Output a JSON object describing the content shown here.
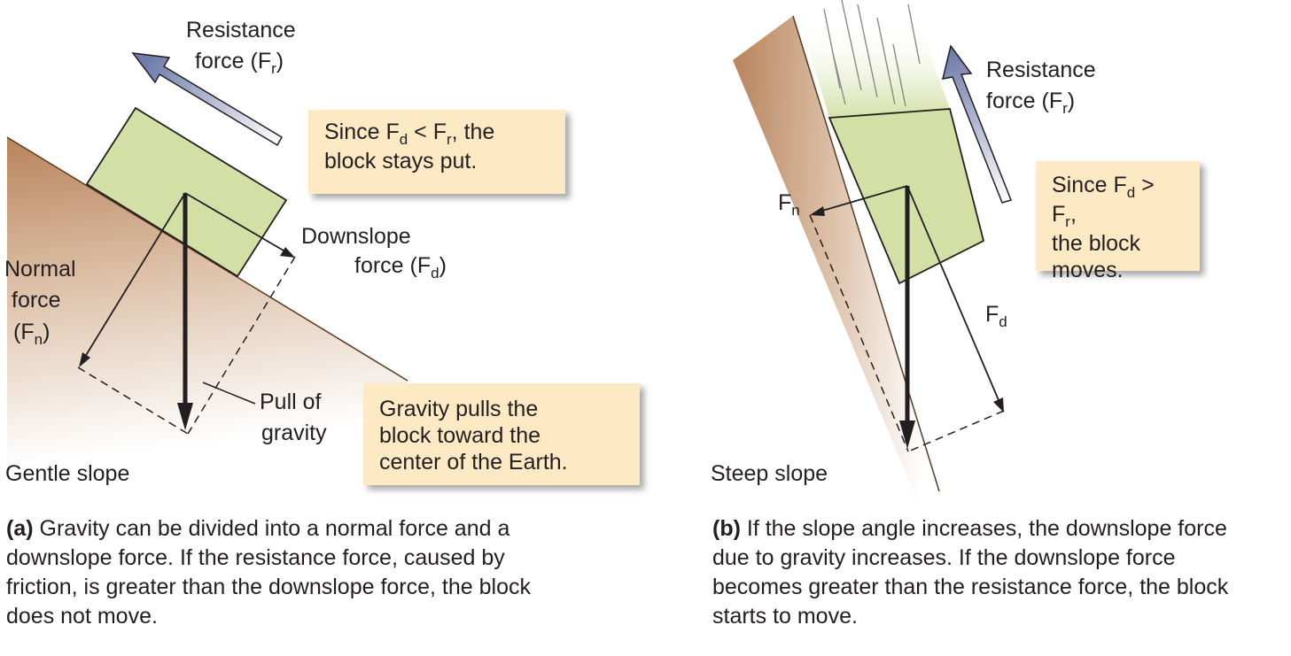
{
  "panel_a": {
    "resistance_label_1": "Resistance",
    "resistance_label_2": "force (F",
    "resistance_sub": "r",
    "resistance_close": ")",
    "downslope_label_1": "Downslope",
    "downslope_label_2": "force (F",
    "downslope_sub": "d",
    "downslope_close": ")",
    "normal_label_1": "Normal",
    "normal_label_2": "force",
    "normal_label_3": "(F",
    "normal_sub": "n",
    "normal_close": ")",
    "gravity_label_1": "Pull of",
    "gravity_label_2": "gravity",
    "slope_label": "Gentle slope",
    "note1": {
      "t1": "Since F",
      "s1": "d",
      "t2": " < F",
      "s2": "r",
      "t3": ", the",
      "t4": "block stays put."
    },
    "note2": {
      "l1": "Gravity pulls the",
      "l2": "block toward the",
      "l3": "center of the Earth."
    },
    "caption_bold": "(a)",
    "caption": " Gravity can be divided into a normal force and a downslope force. If the resistance force, caused by friction, is greater than the downslope force, the block does not move."
  },
  "panel_b": {
    "resistance_label_1": "Resistance",
    "resistance_label_2": "force (F",
    "resistance_sub": "r",
    "resistance_close": ")",
    "fn_label": "F",
    "fn_sub": "n",
    "fd_label": "F",
    "fd_sub": "d",
    "slope_label": "Steep slope",
    "note": {
      "t1": "Since F",
      "s1": "d",
      "t2": " > F",
      "s2": "r",
      "t3": ",",
      "l2": "the block",
      "l3": "moves."
    },
    "caption_bold": "(b)",
    "caption": " If the slope angle increases, the downslope force due to gravity increases. If the downslope force becomes greater than the resistance force, the block starts to move."
  },
  "colors": {
    "block": "#d3e0a5",
    "ground": "#c1926a",
    "note": "#fde9c4",
    "arrow": "#6e7bab"
  }
}
